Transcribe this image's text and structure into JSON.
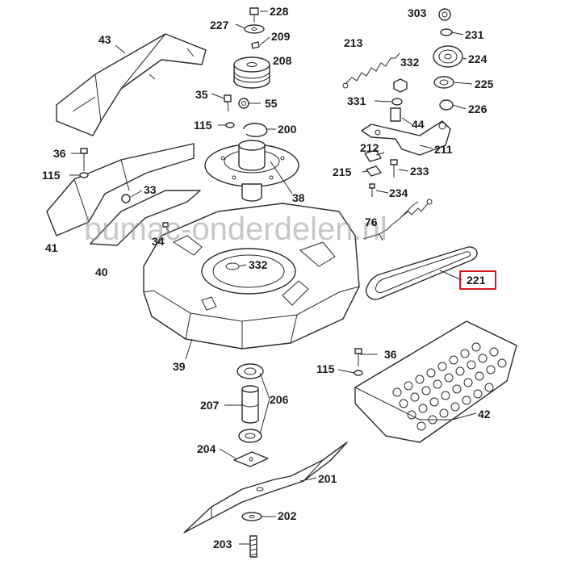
{
  "watermark": "bumac-onderdelen.nl",
  "highlight_color": "#d9171f",
  "highlighted_part": "221",
  "labels": {
    "p228": "228",
    "p227": "227",
    "p209": "209",
    "p208": "208",
    "p43": "43",
    "p35": "35",
    "p55": "55",
    "p115a": "115",
    "p200": "200",
    "p36a": "36",
    "p115b": "115",
    "p33": "33",
    "p38": "38",
    "p41": "41",
    "p34": "34",
    "p40": "40",
    "p332a": "332",
    "p39": "39",
    "p303": "303",
    "p231": "231",
    "p213": "213",
    "p332b": "332",
    "p224": "224",
    "p225": "225",
    "p331": "331",
    "p226": "226",
    "p44": "44",
    "p212": "212",
    "p211": "211",
    "p215": "215",
    "p233": "233",
    "p234": "234",
    "p76": "76",
    "p221": "221",
    "p36b": "36",
    "p115c": "115",
    "p42": "42",
    "p207": "207",
    "p206": "206",
    "p204": "204",
    "p201": "201",
    "p202": "202",
    "p203": "203"
  }
}
